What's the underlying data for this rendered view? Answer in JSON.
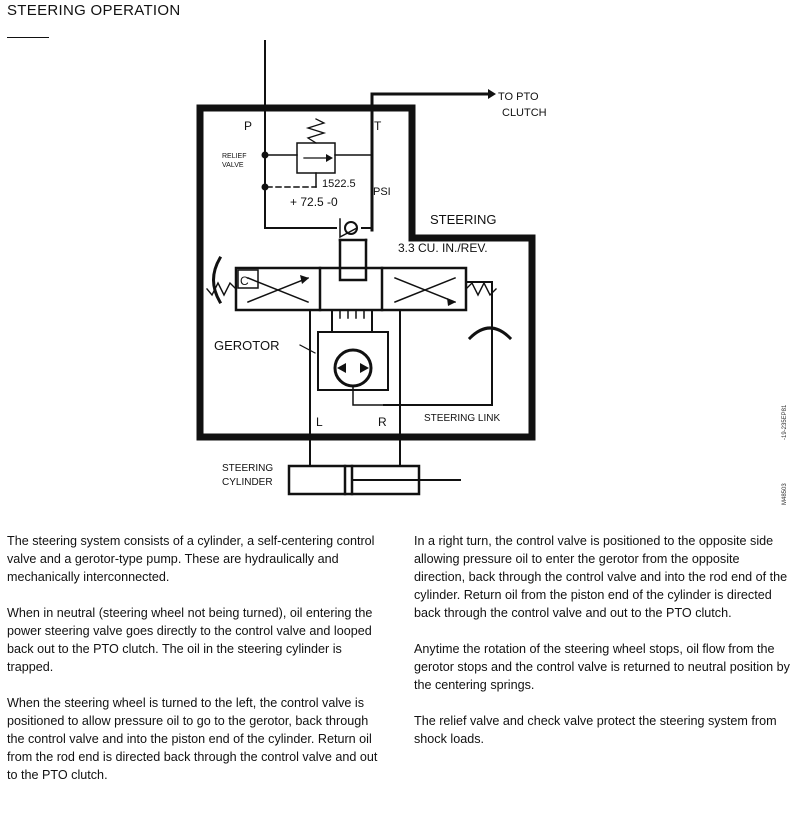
{
  "title": "STEERING OPERATION",
  "diagram": {
    "labels": {
      "pressure_port": "P",
      "tank_port": "T",
      "relief_valve_line1": "RELIEF",
      "relief_valve_line2": "VALVE",
      "relief_setting": "1522.5",
      "relief_unit": "PSI",
      "relief_tolerance": "+ 72.5  -0",
      "to_pto_line1": "TO  PTO",
      "to_pto_line2": "CLUTCH",
      "steering": "STEERING",
      "displacement": "3.3 CU. IN./REV.",
      "centering_position": "C",
      "gerotor": "GEROTOR",
      "left_port": "L",
      "right_port": "R",
      "steering_link": "STEERING LINK",
      "cylinder_line1": "STEERING",
      "cylinder_line2": "CYLINDER"
    },
    "side_codes": [
      "-19-235EP81",
      "M48503"
    ]
  },
  "text_columns": {
    "left": [
      "The steering system consists of a cylinder, a self-centering control valve and a gerotor-type pump. These are hydraulically and mechanically interconnected.",
      "When in neutral (steering wheel not being turned), oil entering the power steering valve goes directly to the control valve and looped back out to the PTO clutch. The oil in the steering cylinder is trapped.",
      "When the steering wheel is turned to the left, the control valve is positioned to allow pressure oil to go to the gerotor, back through the control valve and into the piston end of the cylinder. Return oil from the rod end is directed back through the control valve and out to the PTO clutch."
    ],
    "right": [
      "In a right turn, the control valve is positioned to the opposite side allowing pressure oil to enter the gerotor from the opposite direction, back through the control valve and into the rod end of the cylinder. Return oil from the piston end of the cylinder is directed back through the control valve and out to the PTO clutch.",
      "Anytime the rotation of the steering wheel stops, oil flow from the gerotor stops and the control valve is returned to neutral position by the centering springs.",
      "The relief valve and check valve protect the steering system from shock loads."
    ]
  }
}
